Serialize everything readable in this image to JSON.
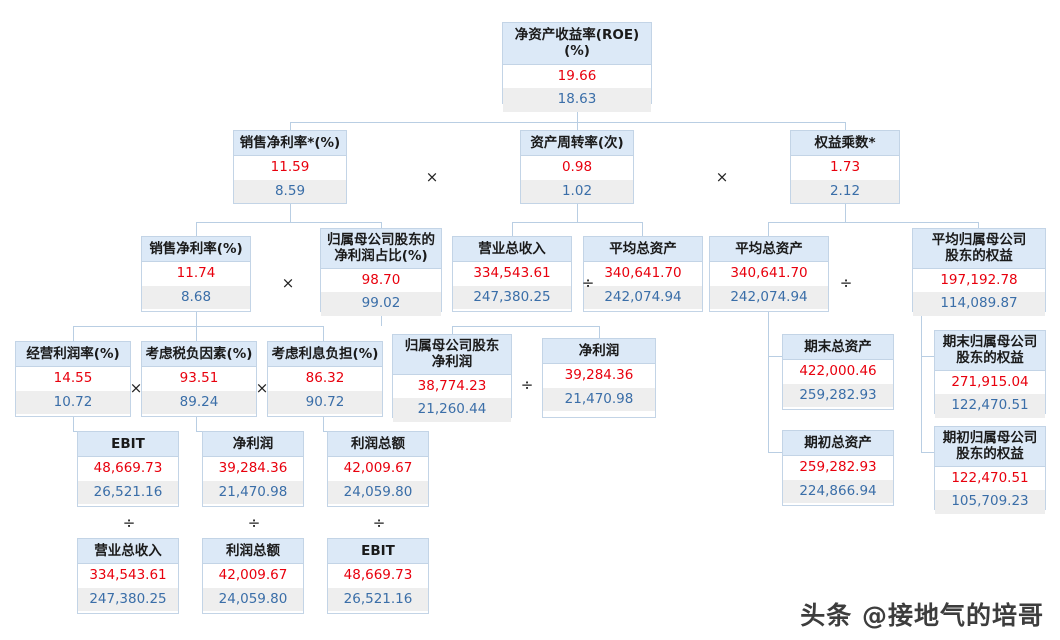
{
  "watermark": "头条 @接地气的培哥",
  "legend": {
    "current_color": "#e8000d",
    "prior_color": "#3a6ea8",
    "header_color": "#dce9f7",
    "border_color": "#c3d4e6"
  },
  "operators": {
    "multiply": "×",
    "divide": "÷"
  },
  "nodes": {
    "roe": {
      "title": "净资产收益率(ROE)(%)",
      "current": "19.66",
      "prior": "18.63"
    },
    "net_margin_star": {
      "title": "销售净利率*(%)",
      "current": "11.59",
      "prior": "8.59"
    },
    "asset_turnover": {
      "title": "资产周转率(次)",
      "current": "0.98",
      "prior": "1.02"
    },
    "equity_mult": {
      "title": "权益乘数*",
      "current": "1.73",
      "prior": "2.12"
    },
    "net_margin": {
      "title": "销售净利率(%)",
      "current": "11.74",
      "prior": "8.68"
    },
    "parent_share": {
      "title": "归属母公司股东的\n净利润占比(%)",
      "line1": "归属母公司股东的",
      "line2": "净利润占比(%)",
      "current": "98.70",
      "prior": "99.02"
    },
    "total_revenue": {
      "title": "营业总收入",
      "current": "334,543.61",
      "prior": "247,380.25"
    },
    "avg_assets": {
      "title": "平均总资产",
      "current": "340,641.70",
      "prior": "242,074.94"
    },
    "avg_assets_2": {
      "title": "平均总资产",
      "current": "340,641.70",
      "prior": "242,074.94"
    },
    "avg_parent_eq": {
      "line1": "平均归属母公司",
      "line2": "股东的权益",
      "current": "197,192.78",
      "prior": "114,089.87"
    },
    "op_margin": {
      "title": "经营利润率(%)",
      "current": "14.55",
      "prior": "10.72"
    },
    "tax_factor": {
      "title": "考虑税负因素(%)",
      "current": "93.51",
      "prior": "89.24"
    },
    "interest_factor": {
      "title": "考虑利息负担(%)",
      "current": "86.32",
      "prior": "90.72"
    },
    "parent_profit": {
      "line1": "归属母公司股东",
      "line2": "净利润",
      "current": "38,774.23",
      "prior": "21,260.44"
    },
    "net_profit": {
      "title": "净利润",
      "current": "39,284.36",
      "prior": "21,470.98"
    },
    "end_assets": {
      "title": "期末总资产",
      "current": "422,000.46",
      "prior": "259,282.93"
    },
    "begin_assets": {
      "title": "期初总资产",
      "current": "259,282.93",
      "prior": "224,866.94"
    },
    "end_parent_eq": {
      "line1": "期末归属母公司",
      "line2": "股东的权益",
      "current": "271,915.04",
      "prior": "122,470.51"
    },
    "begin_parent_eq": {
      "line1": "期初归属母公司",
      "line2": "股东的权益",
      "current": "122,470.51",
      "prior": "105,709.23"
    },
    "ebit": {
      "title": "EBIT",
      "current": "48,669.73",
      "prior": "26,521.16"
    },
    "net_profit_2": {
      "title": "净利润",
      "current": "39,284.36",
      "prior": "21,470.98"
    },
    "total_profit": {
      "title": "利润总额",
      "current": "42,009.67",
      "prior": "24,059.80"
    },
    "total_revenue_2": {
      "title": "营业总收入",
      "current": "334,543.61",
      "prior": "247,380.25"
    },
    "total_profit_2": {
      "title": "利润总额",
      "current": "42,009.67",
      "prior": "24,059.80"
    },
    "ebit_2": {
      "title": "EBIT",
      "current": "48,669.73",
      "prior": "26,521.16"
    }
  }
}
